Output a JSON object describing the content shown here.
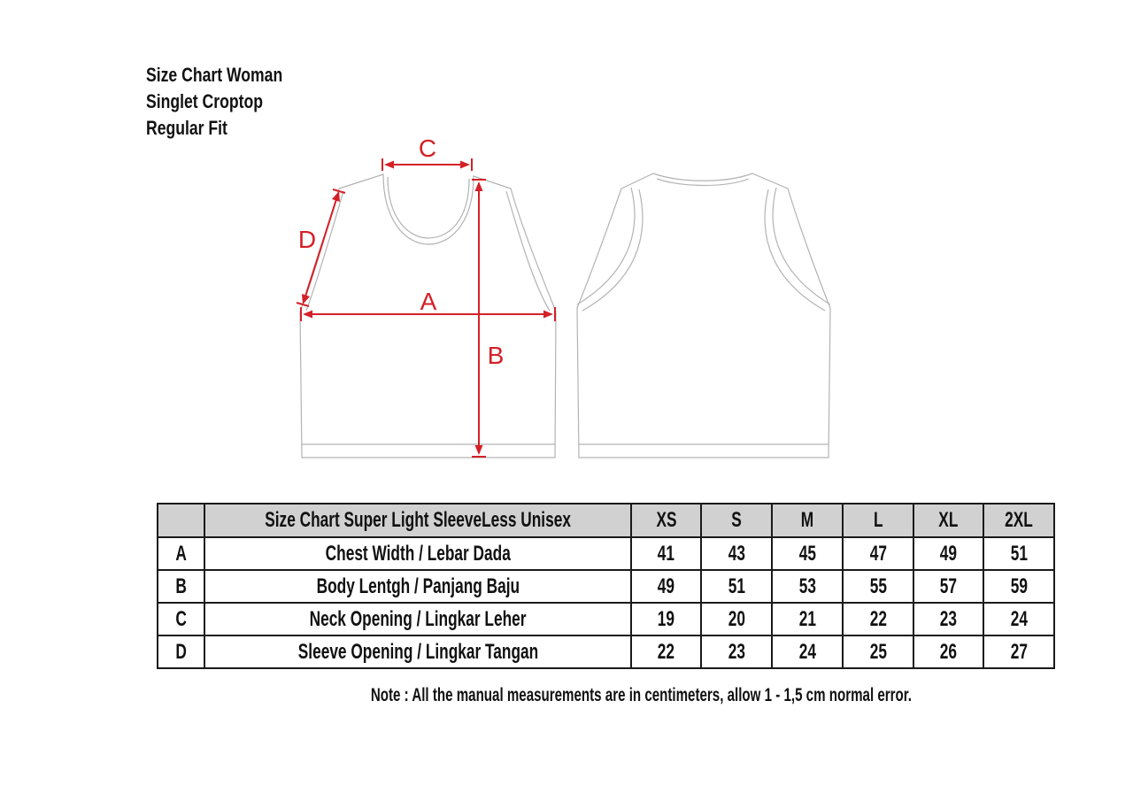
{
  "title": {
    "line1": "Size Chart Woman",
    "line2": "Singlet Croptop",
    "line3": "Regular Fit"
  },
  "diagram": {
    "views": [
      "front",
      "back"
    ],
    "labels": {
      "a": "A",
      "b": "B",
      "c": "C",
      "d": "D"
    }
  },
  "table": {
    "header": {
      "corner": "",
      "title": "Size Chart Super Light SleeveLess Unisex",
      "sizes": [
        "XS",
        "S",
        "M",
        "L",
        "XL",
        "2XL"
      ]
    },
    "rows": [
      {
        "key": "A",
        "label": "Chest Width / Lebar Dada",
        "values": [
          41,
          43,
          45,
          47,
          49,
          51
        ]
      },
      {
        "key": "B",
        "label": "Body Lentgh / Panjang Baju",
        "values": [
          49,
          51,
          53,
          55,
          57,
          59
        ]
      },
      {
        "key": "C",
        "label": "Neck Opening / Lingkar Leher",
        "values": [
          19,
          20,
          21,
          22,
          23,
          24
        ]
      },
      {
        "key": "D",
        "label": "Sleeve Opening / Lingkar Tangan",
        "values": [
          22,
          23,
          24,
          25,
          26,
          27
        ]
      }
    ]
  },
  "note": "Note : All the manual measurements are in centimeters, allow 1 - 1,5 cm normal error.",
  "chart_data": {
    "type": "table",
    "title": "Size Chart Super Light SleeveLess Unisex",
    "columns": [
      "XS",
      "S",
      "M",
      "L",
      "XL",
      "2XL"
    ],
    "rows": [
      {
        "id": "A",
        "measurement": "Chest Width / Lebar Dada",
        "values": [
          41,
          43,
          45,
          47,
          49,
          51
        ]
      },
      {
        "id": "B",
        "measurement": "Body Lentgh / Panjang Baju",
        "values": [
          49,
          51,
          53,
          55,
          57,
          59
        ]
      },
      {
        "id": "C",
        "measurement": "Neck Opening / Lingkar Leher",
        "values": [
          19,
          20,
          21,
          22,
          23,
          24
        ]
      },
      {
        "id": "D",
        "measurement": "Sleeve Opening / Lingkar Tangan",
        "values": [
          22,
          23,
          24,
          25,
          26,
          27
        ]
      }
    ],
    "units": "centimeters"
  },
  "colors": {
    "accent_red": "#d42027",
    "table_header_bg": "#d1d1d1",
    "table_border": "#1a1a1a",
    "garment_line": "#b3b3b3"
  }
}
